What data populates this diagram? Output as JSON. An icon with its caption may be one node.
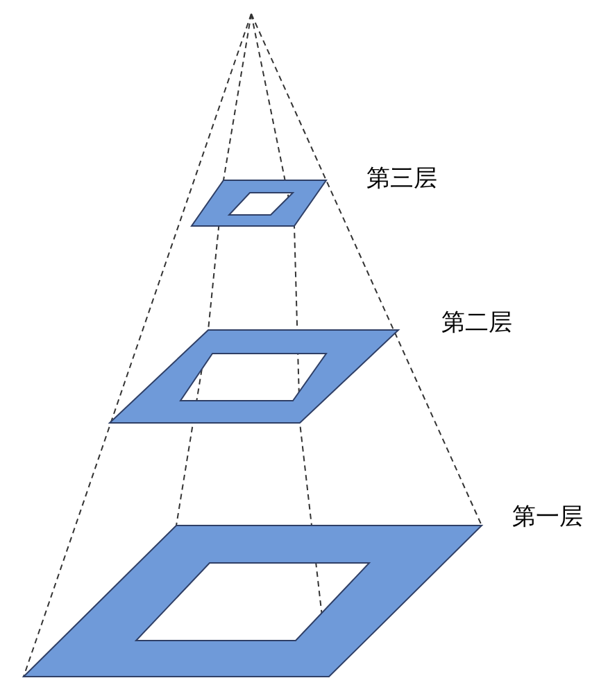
{
  "diagram": {
    "nodes": [
      {
        "text": [],
        "shape": "parallelogram",
        "beside": [
          "第三层"
        ]
      },
      {
        "text": [],
        "shape": "parallelogram",
        "beside": [
          "第二层"
        ]
      },
      {
        "text": [],
        "shape": "parallelogram",
        "beside": [
          "第一层"
        ]
      }
    ]
  }
}
